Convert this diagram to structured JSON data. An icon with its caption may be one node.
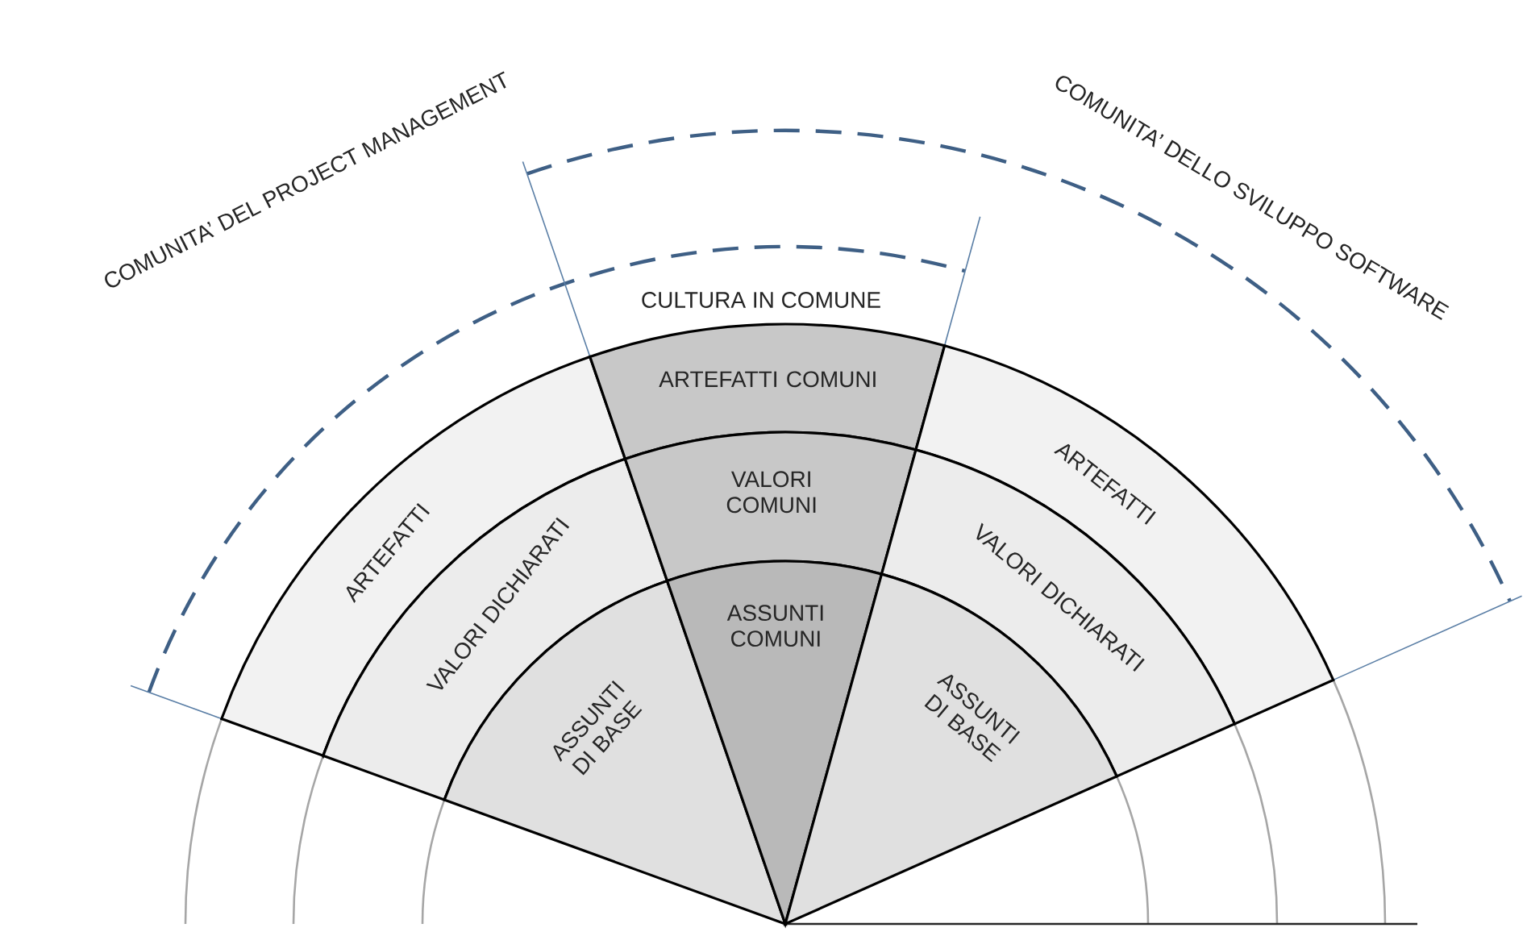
{
  "diagram": {
    "nodes": [
      {
        "text": [
          "ARTEFATTI"
        ]
      },
      {
        "text": [
          "VALORI DICHIARATI"
        ]
      },
      {
        "text": [
          "ASSUNTI DI BASE"
        ]
      },
      {
        "text": [
          "ARTEFATTI COMUNI"
        ]
      },
      {
        "text": [
          "VALORI COMUNI"
        ]
      },
      {
        "text": [
          "ASSUNTI COMUNI"
        ]
      },
      {
        "text": [
          "ARTEFATTI"
        ]
      },
      {
        "text": [
          "VALORI DICHIARATI"
        ]
      },
      {
        "text": [
          "ASSUNTI DI BASE"
        ]
      }
    ],
    "labels": [
      "COMUNITA’ DEL PROJECT MANAGEMENT",
      "COMUNITA’ DELLO SVILUPPO SOFTWARE",
      "CULTURA IN COMUNE"
    ]
  }
}
